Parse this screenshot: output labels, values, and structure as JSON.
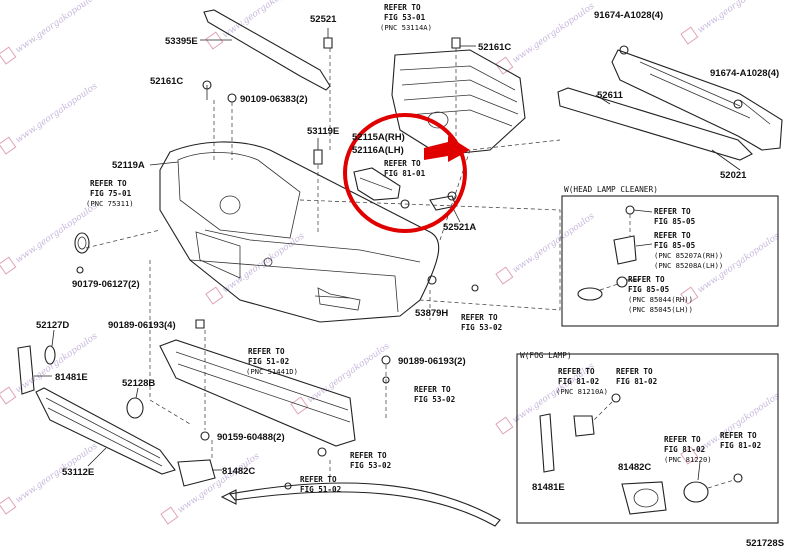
{
  "watermark": {
    "text": "www.georgakopoulos",
    "color": "#c9b8dd"
  },
  "colors": {
    "highlight": "#e00000",
    "line": "#222222"
  },
  "parts": {
    "p52521": "52521",
    "p53395E": "53395E",
    "p52161C_l": "52161C",
    "p90109": "90109-06383(2)",
    "p53119E": "53119E",
    "p52119A": "52119A",
    "p52115A": "52115A(RH)",
    "p52116A": "52116A(LH)",
    "p52161C_r": "52161C",
    "p91674a": "91674-A1028(4)",
    "p91674b": "91674-A1028(4)",
    "p52611": "52611",
    "p52021": "52021",
    "p52521A": "52521A",
    "p90179": "90179-06127(2)",
    "p53879H": "53879H",
    "p90189a": "90189-06193(4)",
    "p52127D": "52127D",
    "p81481E_l": "81481E",
    "p52128B": "52128B",
    "p90189b": "90189-06193(2)",
    "p53112E": "53112E",
    "p90159": "90159-60488(2)",
    "p81482C_l": "81482C",
    "p81481E_r": "81481E",
    "p81482C_r": "81482C",
    "code": "521728S"
  },
  "refs": {
    "r53_01": {
      "l1": "REFER TO",
      "l2": "FIG 53-01",
      "l3": "(PNC 53114A)"
    },
    "r81_01": {
      "l1": "REFER TO",
      "l2": "FIG 81-01"
    },
    "r75_01": {
      "l1": "REFER TO",
      "l2": "FIG 75-01",
      "l3": "(PNC 75311)"
    },
    "r53_02a": {
      "l1": "REFER TO",
      "l2": "FIG 53-02"
    },
    "r51_02a": {
      "l1": "REFER TO",
      "l2": "FIG 51-02",
      "l3": "(PNC 51441D)"
    },
    "r53_02b": {
      "l1": "REFER TO",
      "l2": "FIG 53-02"
    },
    "r53_02c": {
      "l1": "REFER TO",
      "l2": "FIG 53-02"
    },
    "r51_02b": {
      "l1": "REFER TO",
      "l2": "FIG 51-02"
    }
  },
  "headlamp_box": {
    "title": "W(HEAD LAMP CLEANER)",
    "r1": {
      "l1": "REFER TO",
      "l2": "FIG 85-05"
    },
    "r2": {
      "l1": "REFER TO",
      "l2": "FIG 85-05",
      "l3": "(PNC 85207A(RH))",
      "l4": "(PNC 85208A(LH))"
    },
    "r3": {
      "l1": "REFER TO",
      "l2": "FIG 85-05",
      "l3": "(PNC 85044(RH))",
      "l4": "(PNC 85045(LH))"
    }
  },
  "foglamp_box": {
    "title": "W(FOG LAMP)",
    "r1": {
      "l1": "REFER TO",
      "l2": "FIG 81-02",
      "l3": "(PNC 81210A)"
    },
    "r2": {
      "l1": "REFER TO",
      "l2": "FIG 81-02"
    },
    "r3": {
      "l1": "REFER TO",
      "l2": "FIG 81-02",
      "l3": "(PNC 81220)"
    },
    "r4": {
      "l1": "REFER TO",
      "l2": "FIG 81-02"
    }
  }
}
